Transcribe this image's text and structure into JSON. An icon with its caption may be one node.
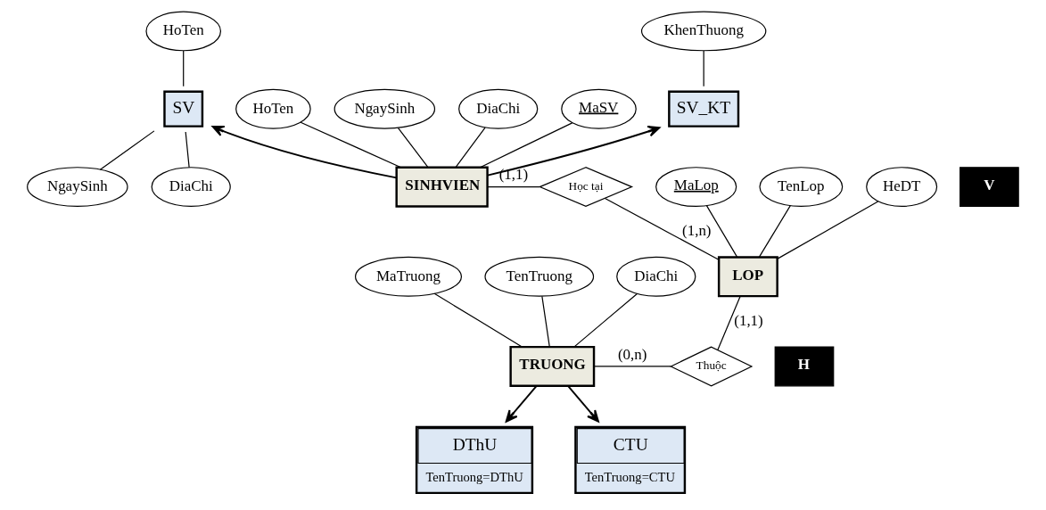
{
  "diagram": {
    "nodes": [
      {
        "text": [
          "KhenThuong"
        ]
      },
      {
        "text": [
          "HoTen"
        ]
      },
      {
        "text": [
          "SV_KT"
        ]
      },
      {
        "text": [
          "SV"
        ]
      },
      {
        "text": [
          "NgaySinh"
        ]
      },
      {
        "text": [
          "DiaChi"
        ]
      },
      {
        "text": [
          "HoTen"
        ]
      },
      {
        "text": [
          "MaLop"
        ]
      },
      {
        "text": [
          "TenLop"
        ]
      },
      {
        "text": [
          "NgaySinh"
        ]
      },
      {
        "text": [
          "SINHVIEN"
        ]
      },
      {
        "text": [
          "Học tại"
        ]
      },
      {
        "text": [
          "LOP"
        ]
      },
      {
        "text": [
          "HeDT"
        ]
      },
      {
        "text": [
          "DiaChi"
        ]
      },
      {
        "text": [
          "V"
        ]
      },
      {
        "text": [
          "H"
        ]
      },
      {
        "text": [
          "Thuộc"
        ]
      },
      {
        "text": [
          "MaTruong"
        ]
      },
      {
        "text": [
          "TRUONG"
        ]
      },
      {
        "text": [
          "MaSV"
        ]
      },
      {
        "text": [
          "TenTruong"
        ]
      },
      {
        "text": [
          "DiaChi"
        ]
      },
      {
        "text": [
          "DThU",
          "TenTruong=DThU"
        ]
      },
      {
        "text": [
          "CTU",
          "TenTruong=CTU"
        ]
      }
    ],
    "edges": [
      {
        "from": 0,
        "to": 2,
        "arrow": "none"
      },
      {
        "from": 1,
        "to": 3,
        "arrow": "none"
      },
      {
        "from": 3,
        "to": 4,
        "arrow": "none"
      },
      {
        "from": 3,
        "to": 5,
        "arrow": "none"
      },
      {
        "from": 6,
        "to": 10,
        "arrow": "none"
      },
      {
        "from": 9,
        "to": 10,
        "arrow": "none"
      },
      {
        "from": 14,
        "to": 10,
        "arrow": "none"
      },
      {
        "from": 20,
        "to": 10,
        "arrow": "none"
      },
      {
        "from": 10,
        "to": 2,
        "arrow": "to"
      },
      {
        "from": 10,
        "to": 3,
        "arrow": "to"
      },
      {
        "from": 10,
        "to": 11,
        "arrow": "none",
        "label": "(1,1)"
      },
      {
        "from": 11,
        "to": 12,
        "arrow": "none",
        "label": "(1,n)"
      },
      {
        "from": 7,
        "to": 12,
        "arrow": "none"
      },
      {
        "from": 8,
        "to": 12,
        "arrow": "none"
      },
      {
        "from": 13,
        "to": 12,
        "arrow": "none"
      },
      {
        "from": 12,
        "to": 17,
        "arrow": "none",
        "label": "(1,1)"
      },
      {
        "from": 19,
        "to": 17,
        "arrow": "none",
        "label": "(0,n)"
      },
      {
        "from": 18,
        "to": 19,
        "arrow": "none"
      },
      {
        "from": 21,
        "to": 19,
        "arrow": "none"
      },
      {
        "from": 22,
        "to": 19,
        "arrow": "none"
      },
      {
        "from": 19,
        "to": 23,
        "arrow": "to"
      },
      {
        "from": 19,
        "to": 24,
        "arrow": "to"
      }
    ]
  }
}
